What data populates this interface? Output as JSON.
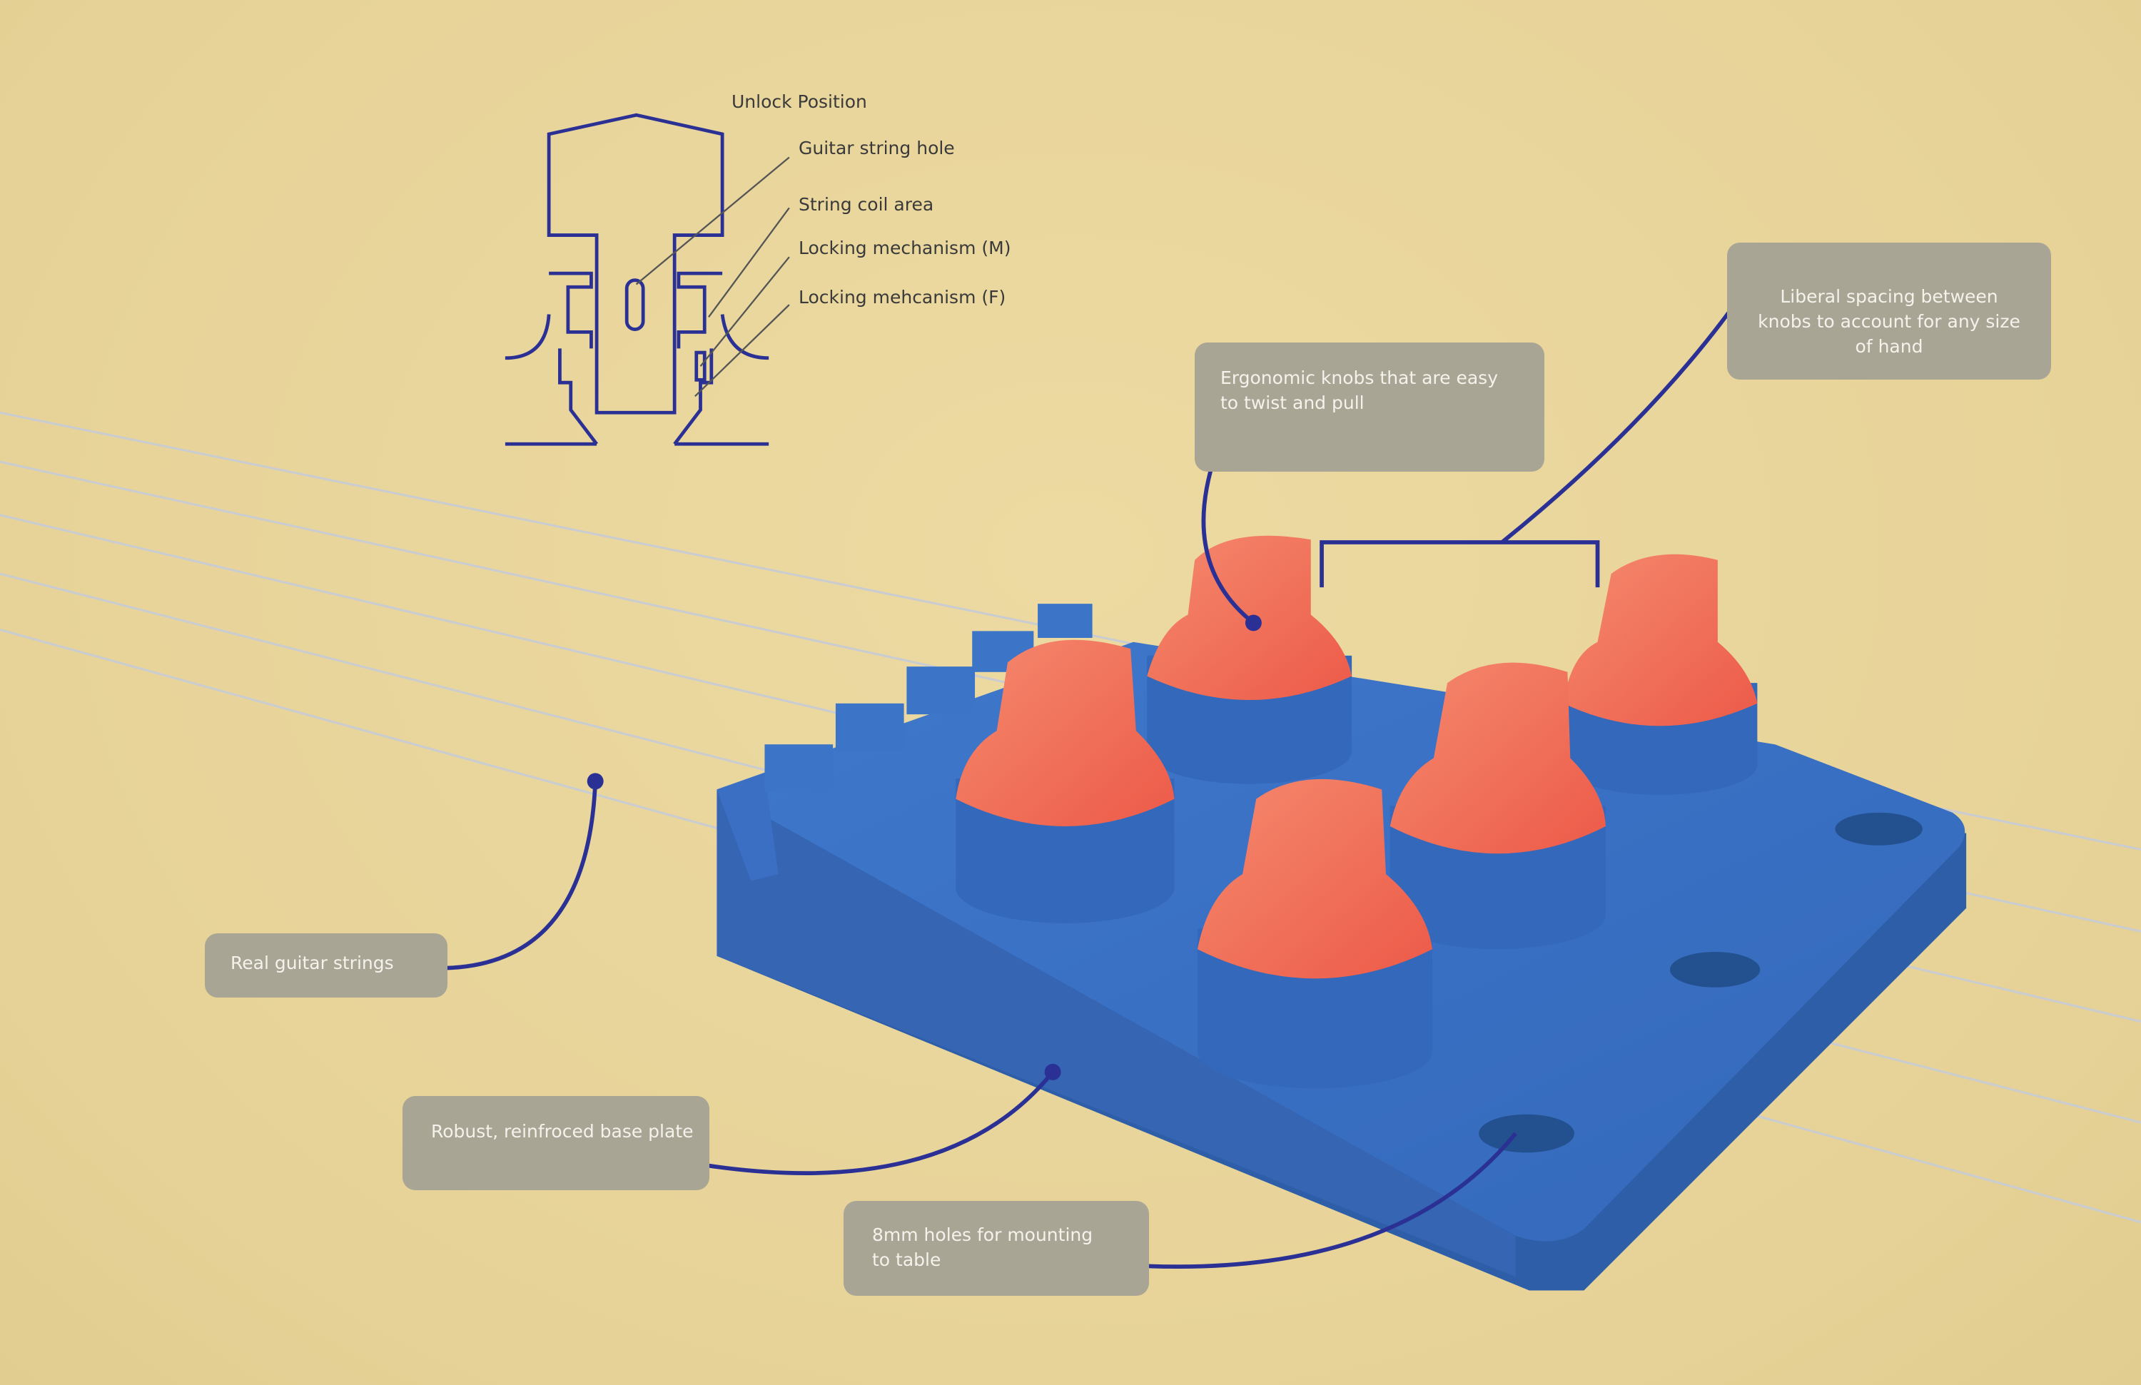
{
  "diagram": {
    "title": "Unlock Position",
    "labels": [
      "Guitar string hole",
      "String coil area",
      "Locking mechanism (M)",
      "Locking mehcanism (F)"
    ]
  },
  "callouts": {
    "strings": "Real guitar strings",
    "base": "Robust, reinfroced base plate",
    "holes": "8mm holes for mounting to table",
    "knobs": "Ergonomic knobs that are easy to twist and pull",
    "spacing": "Liberal spacing between knobs to account for any size of hand"
  },
  "colors": {
    "background": "#e9d69c",
    "plate": "#3a6fc4",
    "knob": "#f06a55",
    "line": "#2b3194",
    "box": "#a8a595"
  }
}
